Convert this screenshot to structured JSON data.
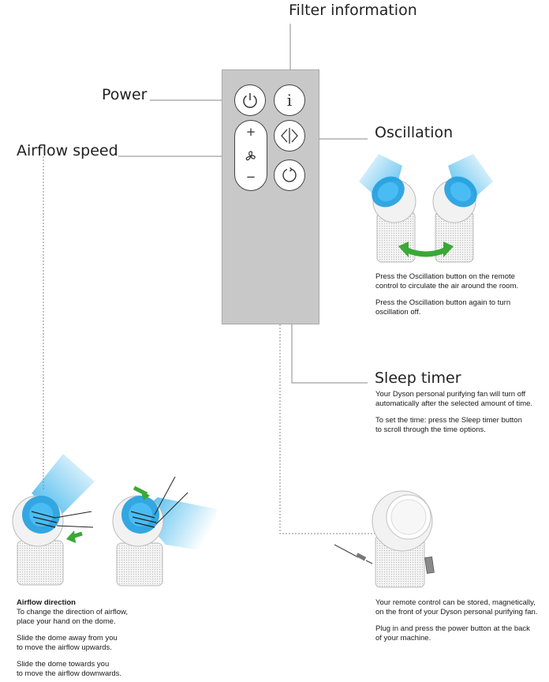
{
  "labels": {
    "filter_information": "Filter information",
    "power": "Power",
    "airflow_speed": "Airflow speed",
    "oscillation": "Oscillation",
    "sleep_timer": "Sleep timer"
  },
  "remote": {
    "plus": "+",
    "minus": "−",
    "info": "i",
    "icons": [
      "power-icon",
      "info-icon",
      "fan-icon",
      "oscillation-icon",
      "sleep-timer-icon"
    ]
  },
  "oscillation_text": {
    "p1_l1": "Press the Oscillation button on the remote",
    "p1_l2": "control to circulate the air around the room.",
    "p2_l1": "Press the Oscillation button again to turn",
    "p2_l2": "oscillation off."
  },
  "sleep_text": {
    "p1_l1": "Your Dyson personal purifying fan will turn off",
    "p1_l2": "automatically after the selected amount of time.",
    "p2_l1": "To set the time: press the Sleep timer button",
    "p2_l2": "to scroll through the time options."
  },
  "airflow_direction": {
    "heading": "Airflow direction",
    "p1_l1": "To change the direction of airflow,",
    "p1_l2": "place your hand on the dome.",
    "p2_l1": "Slide the dome away from you",
    "p2_l2": "to move the airflow upwards.",
    "p3_l1": "Slide the dome towards you",
    "p3_l2": "to move the airflow downwards."
  },
  "storage_text": {
    "p1_l1": "Your remote control can be stored, magnetically,",
    "p1_l2": "on the front of your Dyson personal purifying fan.",
    "p2_l1": "Plug in and press the power button at the back",
    "p2_l2": "of your machine."
  },
  "colors": {
    "remote_body": "#c8c8c8",
    "airflow_blue": "#1aa7e8",
    "arrow_green": "#3aa935",
    "leader_line": "#888888"
  }
}
